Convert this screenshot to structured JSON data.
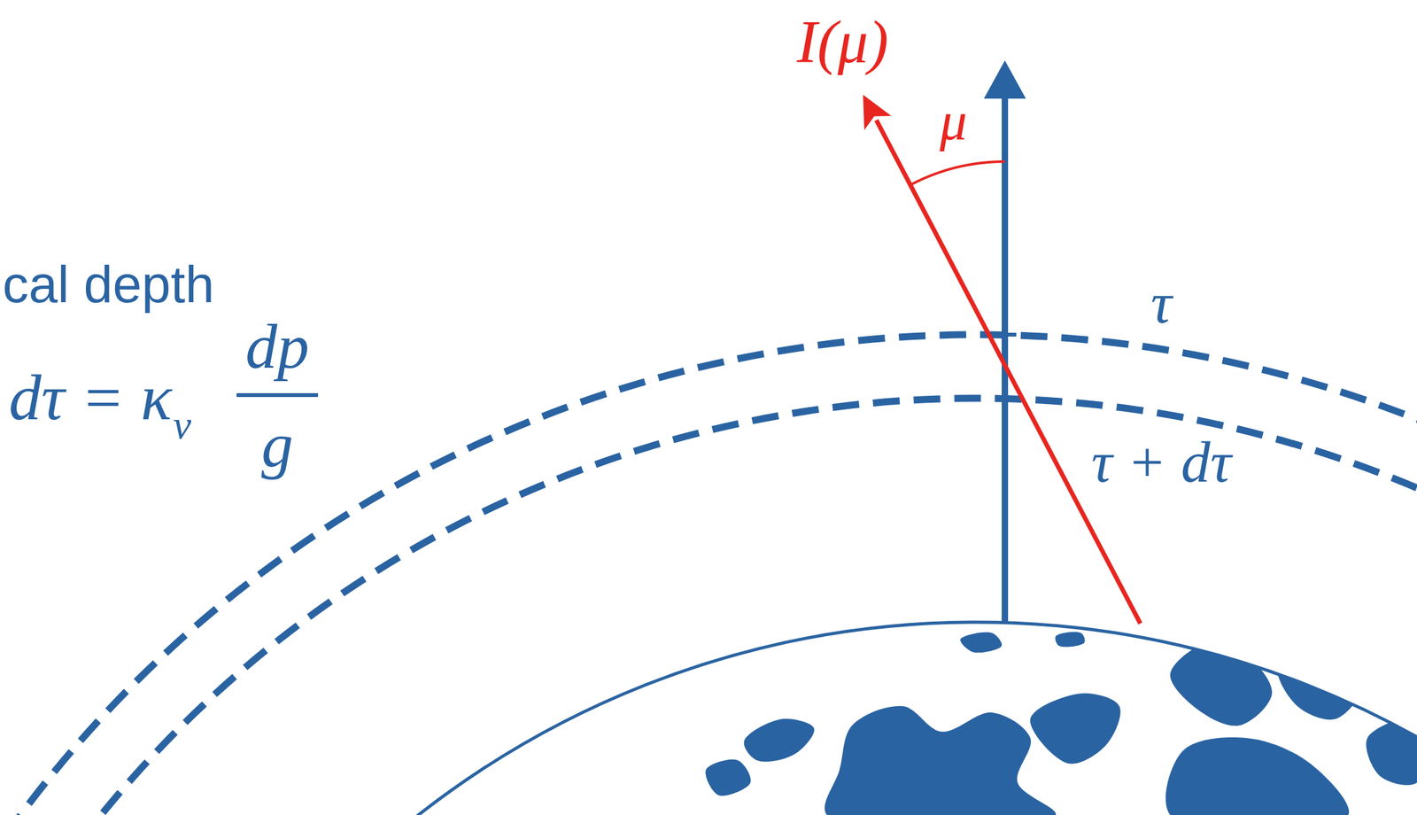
{
  "diagram": {
    "labels": [
      "cal depth",
      "dτ = κ",
      "ν",
      "dp",
      "g",
      "τ",
      "τ + dτ",
      "μ",
      "I(μ)"
    ]
  }
}
